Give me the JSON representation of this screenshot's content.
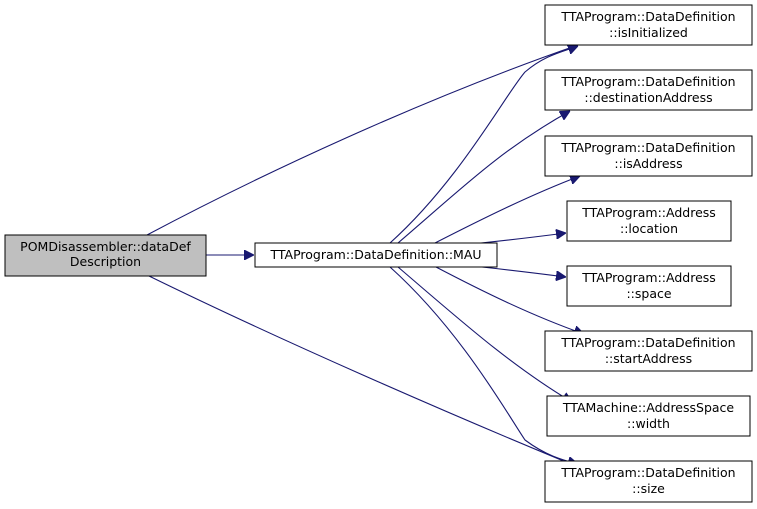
{
  "colors": {
    "edge": "#191970",
    "root_fill": "#bfbfbf",
    "node_fill": "#ffffff",
    "border": "#000000"
  },
  "nodes": {
    "root": {
      "lines": [
        "POMDisassembler::dataDef",
        "Description"
      ]
    },
    "mau": {
      "lines": [
        "TTAProgram::DataDefinition::MAU"
      ]
    },
    "isInitialized": {
      "lines": [
        "TTAProgram::DataDefinition",
        "::isInitialized"
      ]
    },
    "destinationAddress": {
      "lines": [
        "TTAProgram::DataDefinition",
        "::destinationAddress"
      ]
    },
    "isAddress": {
      "lines": [
        "TTAProgram::DataDefinition",
        "::isAddress"
      ]
    },
    "location": {
      "lines": [
        "TTAProgram::Address",
        "::location"
      ]
    },
    "space": {
      "lines": [
        "TTAProgram::Address",
        "::space"
      ]
    },
    "startAddress": {
      "lines": [
        "TTAProgram::DataDefinition",
        "::startAddress"
      ]
    },
    "width": {
      "lines": [
        "TTAMachine::AddressSpace",
        "::width"
      ]
    },
    "size": {
      "lines": [
        "TTAProgram::DataDefinition",
        "::size"
      ]
    }
  }
}
